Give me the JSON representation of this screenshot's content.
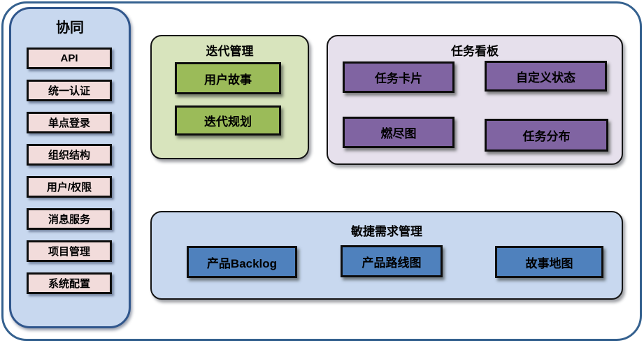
{
  "diagram": {
    "sidebar": {
      "title": "协同",
      "items": [
        "API",
        "统一认证",
        "单点登录",
        "组织结构",
        "用户/权限",
        "消息服务",
        "项目管理",
        "系统配置"
      ]
    },
    "sections": {
      "iteration": {
        "title": "迭代管理",
        "items": [
          "用户故事",
          "迭代规划"
        ]
      },
      "kanban": {
        "title": "任务看板",
        "items": [
          "任务卡片",
          "自定义状态",
          "燃尽图",
          "任务分布"
        ]
      },
      "agile": {
        "title": "敏捷需求管理",
        "items": [
          "产品Backlog",
          "产品路线图",
          "故事地图"
        ]
      }
    },
    "colors": {
      "outer_border": "#35618f",
      "sidebar_bg": "#c8d8ef",
      "sidebar_border": "#30568c",
      "sidebar_item_bg": "#f2dcdb",
      "iteration_bg": "#d8e4bd",
      "iteration_item_bg": "#9bbb59",
      "kanban_bg": "#e6e0ec",
      "kanban_item_bg": "#8064a2",
      "agile_bg": "#c8d8ef",
      "agile_item_bg": "#4f81bd"
    }
  }
}
